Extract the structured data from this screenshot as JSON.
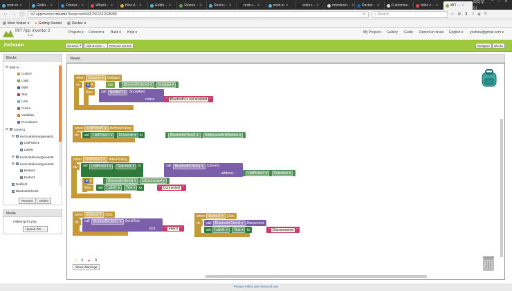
{
  "browser": {
    "tabs": [
      {
        "label": "resin.io",
        "color": "#53b7d8"
      },
      {
        "label": "Gettin...",
        "color": "#53b7d8"
      },
      {
        "label": "Docker...",
        "color": "#3d8fd8"
      },
      {
        "label": "What's...",
        "color": "#e34b4b"
      },
      {
        "label": "How it...",
        "color": "#e7b13c"
      },
      {
        "label": "Gettin...",
        "color": "#53b7d8"
      },
      {
        "label": "Resino...",
        "color": "#6aa64a"
      },
      {
        "label": "Resin.i...",
        "color": "#53b7d8"
      },
      {
        "label": "resin-i...",
        "color": "#222222"
      },
      {
        "label": "resin.io",
        "color": "#53b7d8"
      },
      {
        "label": "resin-i...",
        "color": "#222222"
      },
      {
        "label": "Introducin...",
        "color": "#d8d8d8"
      },
      {
        "label": "Docker...",
        "color": "#0a66c2"
      },
      {
        "label": "Customize...",
        "color": "#d8d8d8"
      },
      {
        "label": "fatal: c...",
        "color": "#e34b4b"
      },
      {
        "label": "MIT ...",
        "color": "#8fae3a"
      }
    ],
    "user_badge": "라타부이",
    "url_prefix": "ai2.appinventor.",
    "url_domain": "mit.edu",
    "url_suffix": "/?locale=en#6667562267628288",
    "search_placeholder": "Search",
    "bookmarks": [
      "Most Visited",
      "Getting Started",
      "Docker"
    ]
  },
  "app": {
    "title": "MIT App Inventor 2",
    "beta": "Beta",
    "menus": [
      "Projects",
      "Connect",
      "Build",
      "Help"
    ],
    "right_links": [
      "My Projects",
      "Gallery",
      "Guide",
      "Report an Issue",
      "English",
      "yeshiee@gmail.com"
    ],
    "project_name": "PetFeeder",
    "screen_btn": "Screen1",
    "add_screen": "Add Screen ...",
    "remove_screen": "Remove Screen",
    "designer": "Designer",
    "blocks": "Blocks"
  },
  "blocks_panel": {
    "title": "Blocks",
    "builtin": "Built-in",
    "builtin_items": [
      {
        "label": "Control",
        "color": "#c59838"
      },
      {
        "label": "Logic",
        "color": "#7aa348"
      },
      {
        "label": "Math",
        "color": "#3e5fa8"
      },
      {
        "label": "Text",
        "color": "#b33b6a"
      },
      {
        "label": "Lists",
        "color": "#6ab0d8"
      },
      {
        "label": "Colors",
        "color": "#777777"
      },
      {
        "label": "Variables",
        "color": "#e27a28"
      },
      {
        "label": "Procedures",
        "color": "#7b5fa8"
      }
    ],
    "components": [
      "Screen1",
      "HorizontalArrangement1",
      "ListPicker1",
      "Label1",
      "HorizontalArrangement2",
      "HorizontalArrangement3",
      "Button2",
      "Button3",
      "Notifier1",
      "BluetoothClient1"
    ],
    "rename": "Rename",
    "delete": "Delete"
  },
  "media_panel": {
    "title": "Media",
    "file": "makey-lg-01.png",
    "upload": "Upload File ..."
  },
  "viewer": {
    "title": "Viewer",
    "warnings": "0",
    "errors": "0",
    "show_warnings": "Show Warnings"
  },
  "code": {
    "when": "when",
    "do": "do",
    "if": "if",
    "then": "then",
    "not": "not",
    "call": "call",
    "set": "set",
    "to": "to",
    "screen1": "Screen1",
    "initialize": ".Initialize",
    "bt": "BluetoothClient1",
    "enabled": "Enabled",
    "notifier": "Notifier1",
    "show_alert": ".ShowAlert",
    "notice": "notice",
    "msg_not_enabled": "Bluetooth is not enabled",
    "listpicker": "ListPicker1",
    "before_picking": ".BeforePicking",
    "elements": "Elements",
    "addresses_names": "AddressesAndNames",
    "after_picking": ".AfterPicking",
    "selection": "Selection",
    "connect": ".Connect",
    "address": "address",
    "is_connected": "IsConnected",
    "label1": "Label1",
    "text_prop": "Text",
    "connected": "Connected",
    "button2": "Button2",
    "click": ".Click",
    "send_text": ".SendText",
    "text_arg": "text",
    "feed": "FEED",
    "button3": "Button3",
    "disconnect": ".Disconnect",
    "disconnected": "Disconnected"
  },
  "footer": "Privacy Policy and Terms of Use"
}
